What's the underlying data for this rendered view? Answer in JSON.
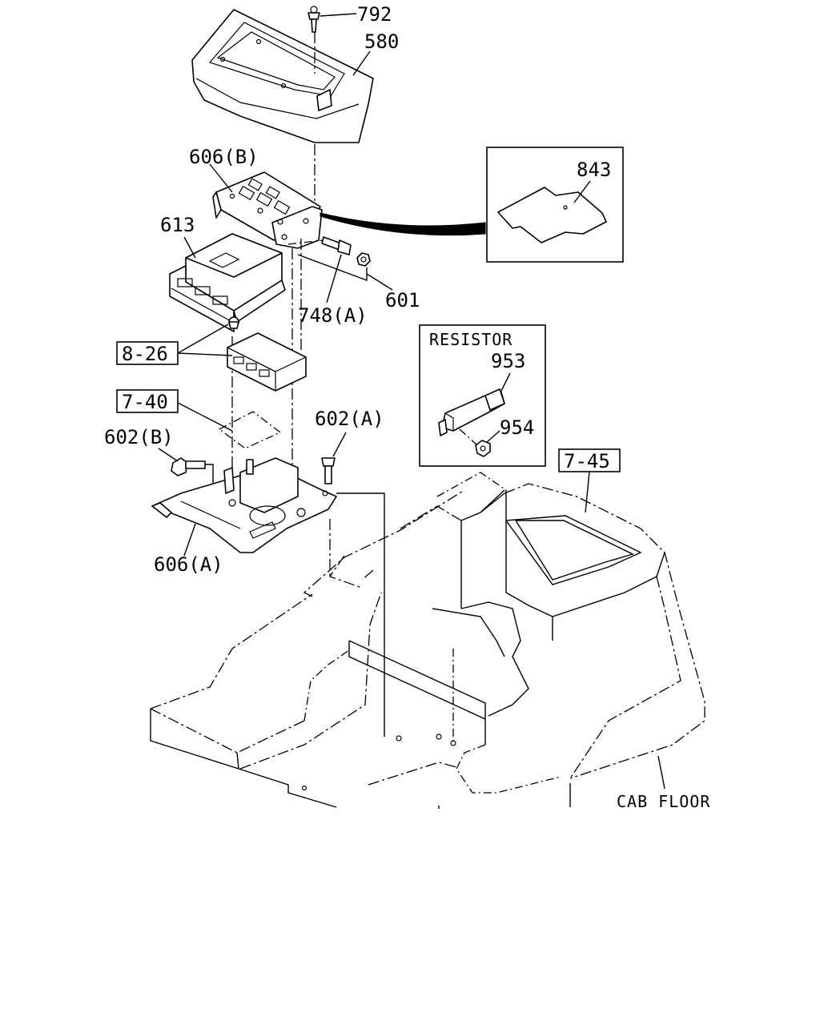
{
  "labels": {
    "p792": "792",
    "p580": "580",
    "p606b": "606(B)",
    "p843": "843",
    "p613": "613",
    "p601": "601",
    "p748a": "748(A)",
    "resistor": "RESISTOR",
    "p953": "953",
    "p954": "954",
    "ref826": "8-26",
    "ref740": "7-40",
    "p602a": "602(A)",
    "p602b": "602(B)",
    "ref745": "7-45",
    "p606a": "606(A)",
    "cabfloor": "CAB FLOOR"
  }
}
